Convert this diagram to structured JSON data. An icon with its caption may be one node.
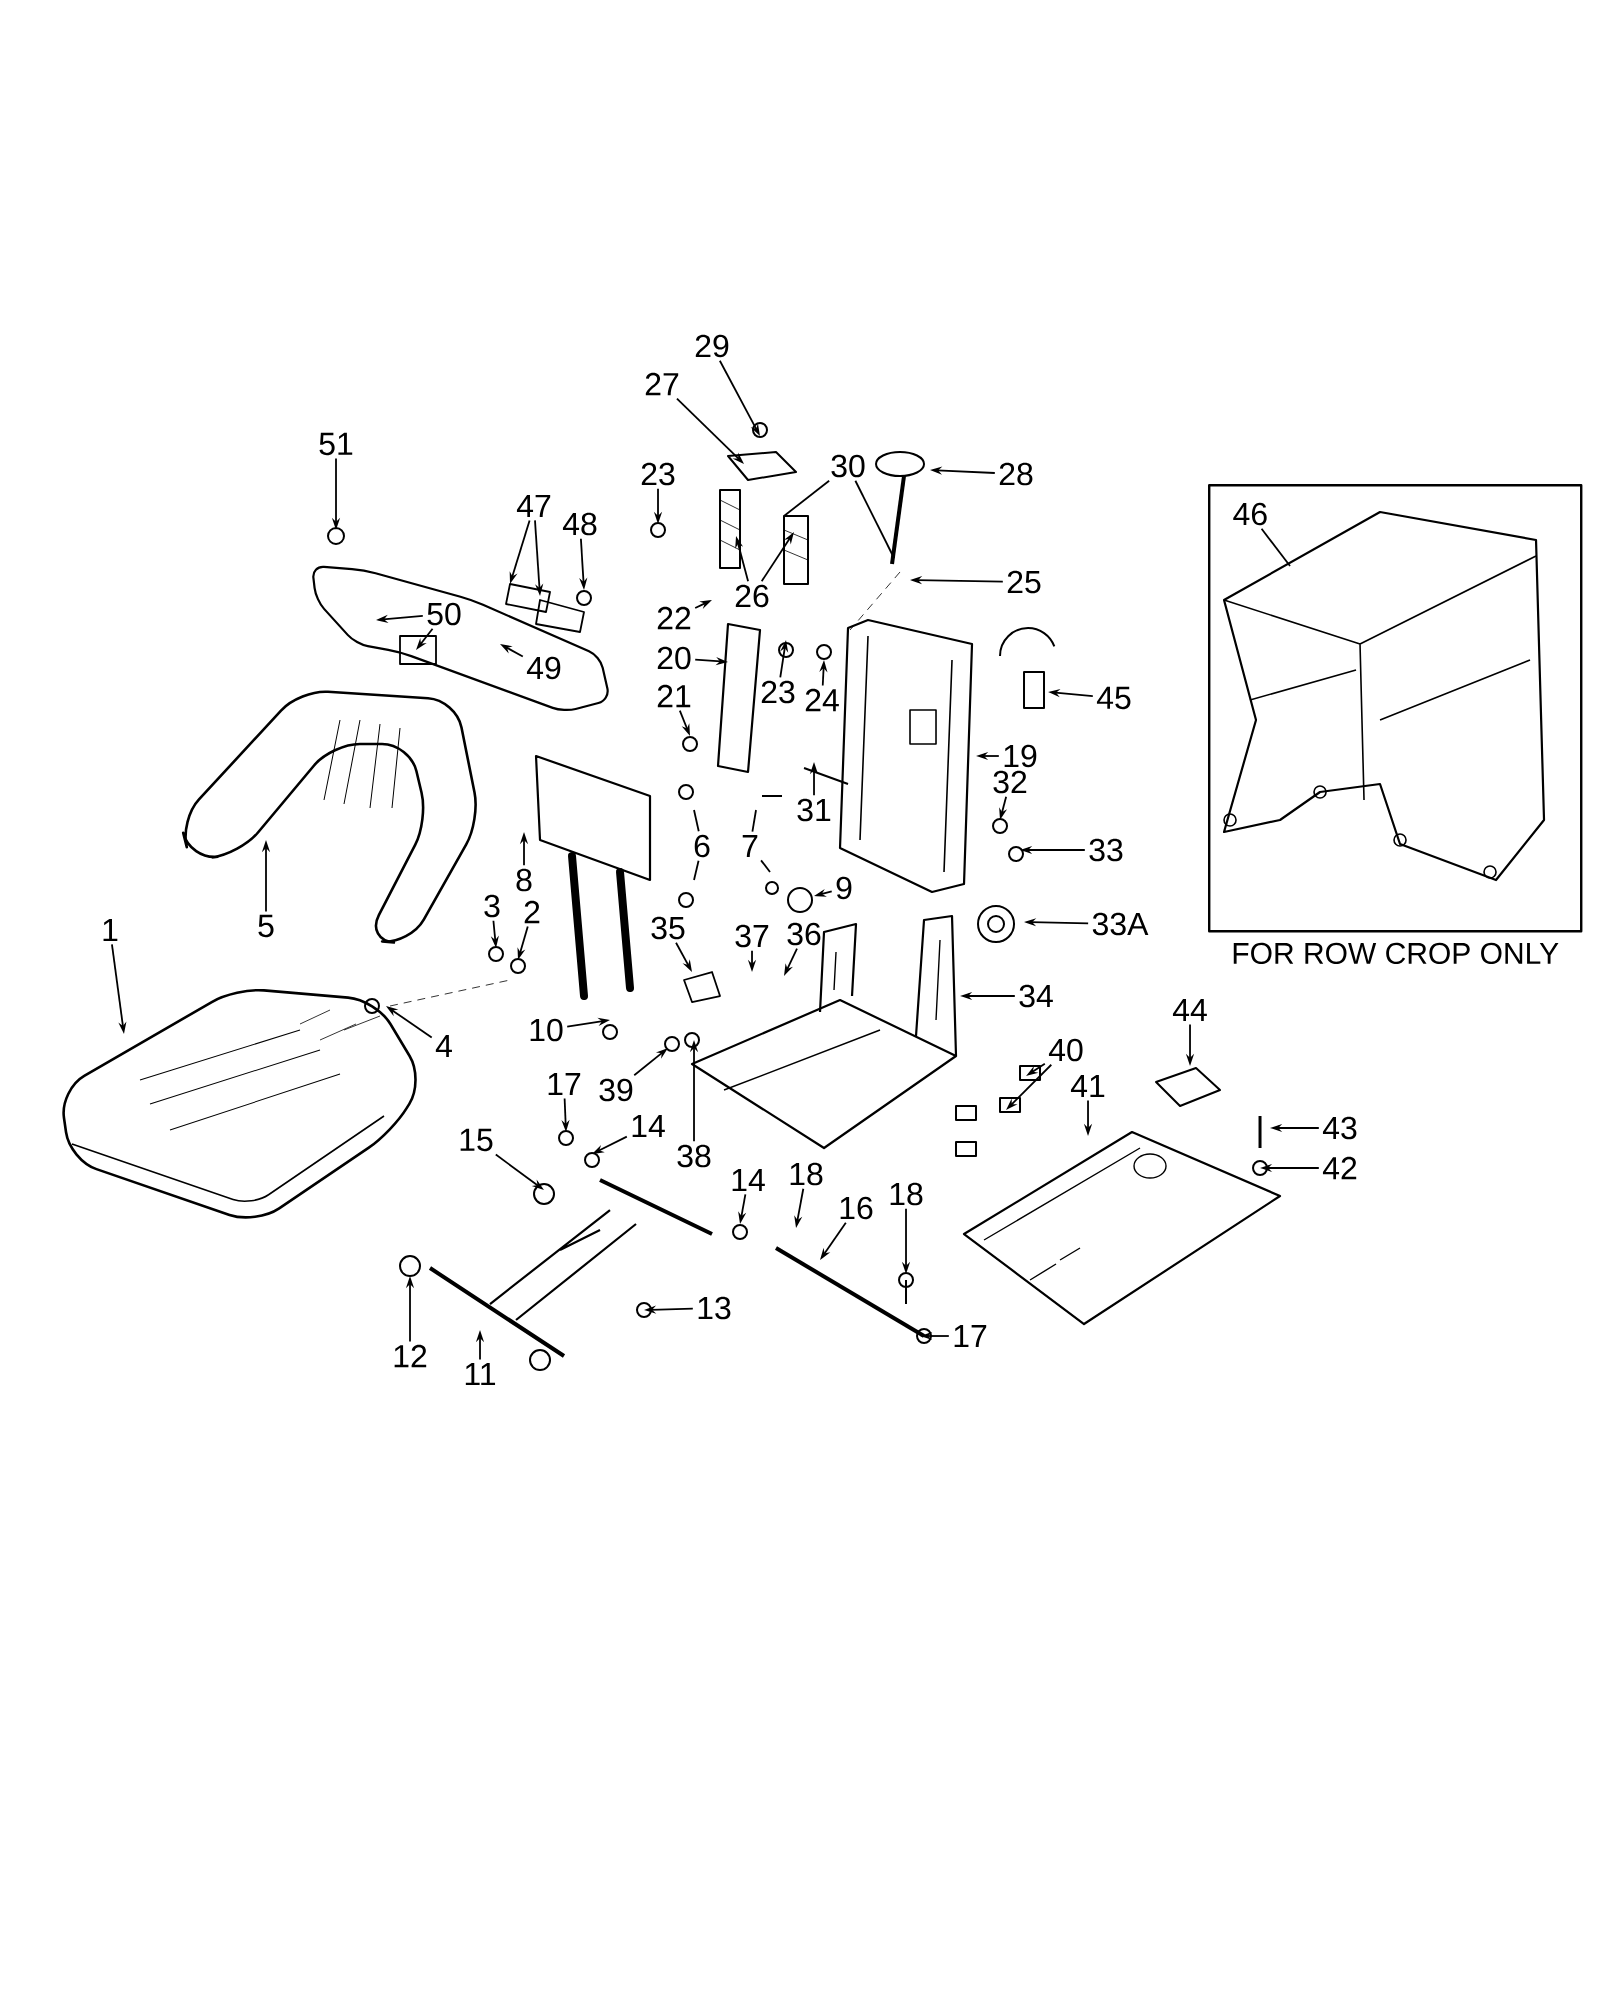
{
  "diagram": {
    "nodes": [
      {
        "text": [
          "FOR ROW CROP ONLY"
        ]
      },
      {
        "text": [
          "29"
        ]
      },
      {
        "text": [
          "27"
        ]
      },
      {
        "text": [
          "51"
        ]
      },
      {
        "text": [
          "30"
        ]
      },
      {
        "text": [
          "23"
        ]
      },
      {
        "text": [
          "28"
        ]
      },
      {
        "text": [
          "47"
        ]
      },
      {
        "text": [
          "46"
        ],
        "in": 0
      },
      {
        "text": [
          "48"
        ]
      },
      {
        "text": [
          "25"
        ]
      },
      {
        "text": [
          "26"
        ]
      },
      {
        "text": [
          "50"
        ]
      },
      {
        "text": [
          "22"
        ]
      },
      {
        "text": [
          "49"
        ]
      },
      {
        "text": [
          "20"
        ]
      },
      {
        "text": [
          "23"
        ]
      },
      {
        "text": [
          "21"
        ]
      },
      {
        "text": [
          "24"
        ]
      },
      {
        "text": [
          "45"
        ]
      },
      {
        "text": [
          "19"
        ]
      },
      {
        "text": [
          "32"
        ]
      },
      {
        "text": [
          "31"
        ]
      },
      {
        "text": [
          "33"
        ]
      },
      {
        "text": [
          "6"
        ]
      },
      {
        "text": [
          "7"
        ]
      },
      {
        "text": [
          "8"
        ]
      },
      {
        "text": [
          "9"
        ]
      },
      {
        "text": [
          "3"
        ]
      },
      {
        "text": [
          "2"
        ]
      },
      {
        "text": [
          "37"
        ]
      },
      {
        "text": [
          "33A"
        ]
      },
      {
        "text": [
          "5"
        ]
      },
      {
        "text": [
          "1"
        ]
      },
      {
        "text": [
          "35"
        ]
      },
      {
        "text": [
          "36"
        ]
      },
      {
        "text": [
          "34"
        ]
      },
      {
        "text": [
          "44"
        ]
      },
      {
        "text": [
          "10"
        ]
      },
      {
        "text": [
          "4"
        ]
      },
      {
        "text": [
          "40"
        ]
      },
      {
        "text": [
          "17"
        ]
      },
      {
        "text": [
          "41"
        ]
      },
      {
        "text": [
          "39"
        ]
      },
      {
        "text": [
          "14"
        ]
      },
      {
        "text": [
          "43"
        ]
      },
      {
        "text": [
          "15"
        ]
      },
      {
        "text": [
          "38"
        ]
      },
      {
        "text": [
          "42"
        ]
      },
      {
        "text": [
          "18"
        ]
      },
      {
        "text": [
          "14"
        ]
      },
      {
        "text": [
          "18"
        ]
      },
      {
        "text": [
          "16"
        ]
      },
      {
        "text": [
          "13"
        ]
      },
      {
        "text": [
          "17"
        ]
      },
      {
        "text": [
          "12"
        ]
      },
      {
        "text": [
          "11"
        ]
      }
    ],
    "edges": [
      {
        "from": 1,
        "to": null,
        "arrow": "to"
      },
      {
        "from": 2,
        "to": null,
        "arrow": "to"
      },
      {
        "from": 3,
        "to": null,
        "arrow": "to"
      },
      {
        "from": 4,
        "to": null,
        "arrow": "none"
      },
      {
        "from": 4,
        "to": null,
        "arrow": "none"
      },
      {
        "from": 5,
        "to": null,
        "arrow": "to"
      },
      {
        "from": 6,
        "to": null,
        "arrow": "to"
      },
      {
        "from": 7,
        "to": null,
        "arrow": "to"
      },
      {
        "from": 7,
        "to": null,
        "arrow": "to"
      },
      {
        "from": 8,
        "to": null,
        "arrow": "none"
      },
      {
        "from": 9,
        "to": null,
        "arrow": "to"
      },
      {
        "from": 10,
        "to": null,
        "arrow": "to"
      },
      {
        "from": 11,
        "to": null,
        "arrow": "to"
      },
      {
        "from": 11,
        "to": null,
        "arrow": "to"
      },
      {
        "from": 12,
        "to": null,
        "arrow": "to"
      },
      {
        "from": 12,
        "to": null,
        "arrow": "to"
      },
      {
        "from": 13,
        "to": null,
        "arrow": "to"
      },
      {
        "from": 14,
        "to": null,
        "arrow": "to"
      },
      {
        "from": 15,
        "to": null,
        "arrow": "to"
      },
      {
        "from": 16,
        "to": null,
        "arrow": "to"
      },
      {
        "from": 17,
        "to": null,
        "arrow": "to"
      },
      {
        "from": 18,
        "to": null,
        "arrow": "to"
      },
      {
        "from": 19,
        "to": null,
        "arrow": "to"
      },
      {
        "from": 20,
        "to": null,
        "arrow": "to"
      },
      {
        "from": 21,
        "to": null,
        "arrow": "to"
      },
      {
        "from": 22,
        "to": null,
        "arrow": "to"
      },
      {
        "from": 23,
        "to": null,
        "arrow": "to"
      },
      {
        "from": 24,
        "to": null,
        "arrow": "none"
      },
      {
        "from": 24,
        "to": null,
        "arrow": "none"
      },
      {
        "from": 25,
        "to": null,
        "arrow": "none"
      },
      {
        "from": 25,
        "to": null,
        "arrow": "none"
      },
      {
        "from": 26,
        "to": null,
        "arrow": "to"
      },
      {
        "from": 27,
        "to": null,
        "arrow": "to"
      },
      {
        "from": 28,
        "to": null,
        "arrow": "to"
      },
      {
        "from": 29,
        "to": null,
        "arrow": "to"
      },
      {
        "from": 30,
        "to": null,
        "arrow": "to"
      },
      {
        "from": 31,
        "to": null,
        "arrow": "to"
      },
      {
        "from": 32,
        "to": null,
        "arrow": "to"
      },
      {
        "from": 33,
        "to": null,
        "arrow": "to"
      },
      {
        "from": 34,
        "to": null,
        "arrow": "to"
      },
      {
        "from": 35,
        "to": null,
        "arrow": "to"
      },
      {
        "from": 36,
        "to": null,
        "arrow": "to"
      },
      {
        "from": 37,
        "to": null,
        "arrow": "to"
      },
      {
        "from": 38,
        "to": null,
        "arrow": "to"
      },
      {
        "from": 39,
        "to": null,
        "arrow": "to"
      },
      {
        "from": 40,
        "to": null,
        "arrow": "to"
      },
      {
        "from": 40,
        "to": null,
        "arrow": "to"
      },
      {
        "from": 41,
        "to": null,
        "arrow": "to"
      },
      {
        "from": 42,
        "to": null,
        "arrow": "to"
      },
      {
        "from": 43,
        "to": null,
        "arrow": "to"
      },
      {
        "from": 44,
        "to": null,
        "arrow": "to"
      },
      {
        "from": 45,
        "to": null,
        "arrow": "to"
      },
      {
        "from": 46,
        "to": null,
        "arrow": "to"
      },
      {
        "from": 47,
        "to": null,
        "arrow": "to"
      },
      {
        "from": 48,
        "to": null,
        "arrow": "to"
      },
      {
        "from": 49,
        "to": null,
        "arrow": "to"
      },
      {
        "from": 50,
        "to": null,
        "arrow": "to"
      },
      {
        "from": 51,
        "to": null,
        "arrow": "to"
      },
      {
        "from": 52,
        "to": null,
        "arrow": "to"
      },
      {
        "from": 53,
        "to": null,
        "arrow": "to"
      },
      {
        "from": 54,
        "to": null,
        "arrow": "to"
      },
      {
        "from": 55,
        "to": null,
        "arrow": "to"
      },
      {
        "from": 56,
        "to": null,
        "arrow": "to"
      }
    ]
  }
}
